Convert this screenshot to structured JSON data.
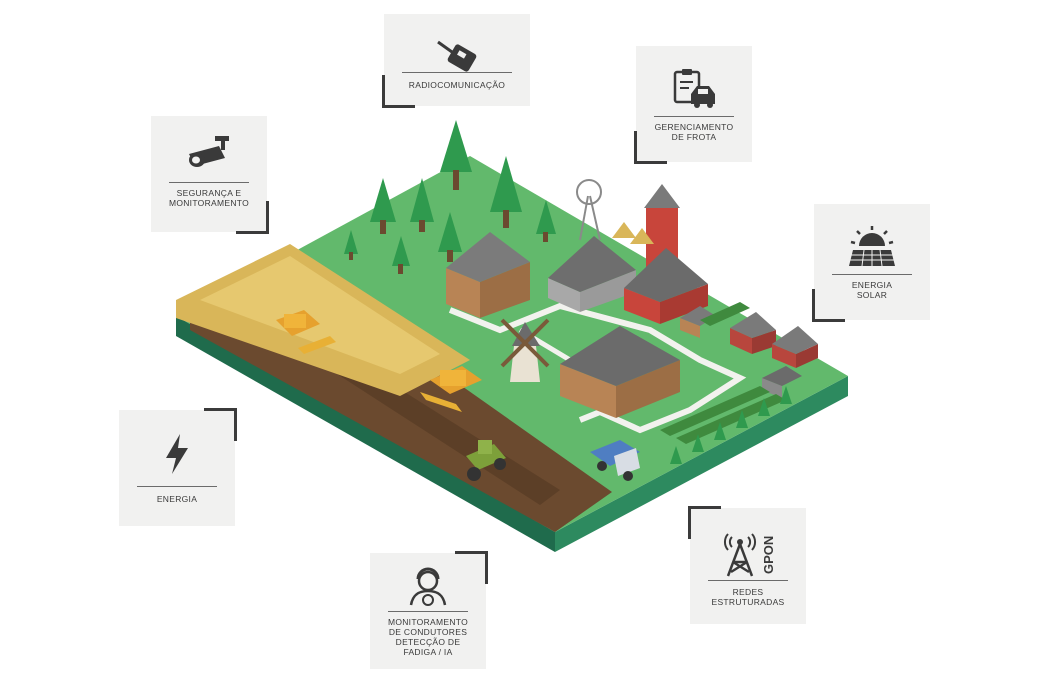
{
  "cards": {
    "radio": {
      "lines": [
        "RADIOCOMUNICAÇÃO"
      ],
      "icon": "walkie-talkie-icon"
    },
    "fleet": {
      "lines": [
        "GERENCIAMENTO",
        "DE FROTA"
      ],
      "icon": "fleet-clipboard-van-icon"
    },
    "security": {
      "lines": [
        "SEGURANÇA E",
        "MONITORAMENTO"
      ],
      "icon": "security-camera-icon"
    },
    "solar": {
      "lines": [
        "ENERGIA",
        "SOLAR"
      ],
      "icon": "solar-panel-sun-icon"
    },
    "energy": {
      "lines": [
        "ENERGIA"
      ],
      "icon": "lightning-bolt-icon"
    },
    "drivers": {
      "lines": [
        "MONITORAMENTO",
        "DE CONDUTORES",
        "DETECÇÃO DE",
        "FADIGA / IA"
      ],
      "icon": "driver-headset-icon"
    },
    "gpon": {
      "lines": [
        "REDES",
        "ESTRUTURADAS"
      ],
      "icon": "gpon-antenna-tower-icon",
      "tag": "GPON"
    }
  },
  "colors": {
    "card_bg": "#f1f1f0",
    "grass": "#62b96c",
    "wheat": "#d9b659",
    "soil": "#6b4a2f",
    "base_edge": "#1f6b4c",
    "icon": "#3a3a3a"
  }
}
